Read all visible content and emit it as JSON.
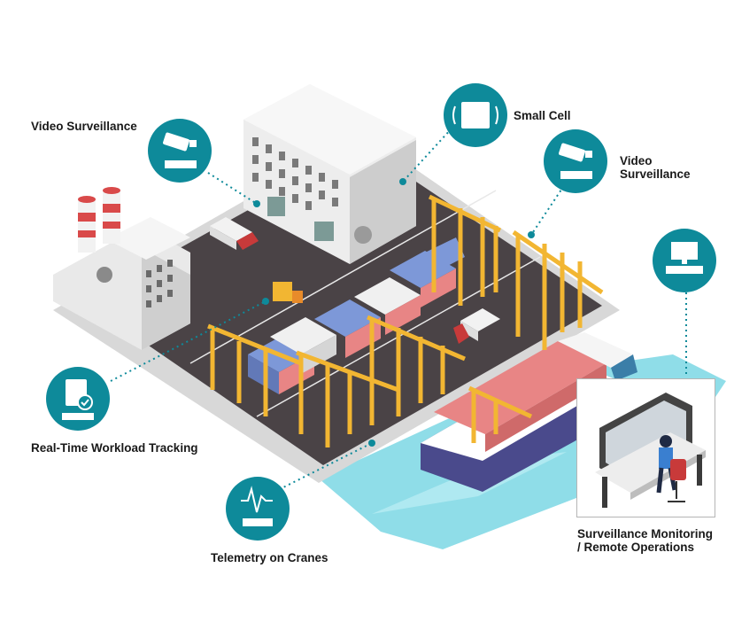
{
  "labels": {
    "video_surveillance_left": "Video Surveillance",
    "small_cell": "Small Cell",
    "video_surveillance_right_line1": "Video",
    "video_surveillance_right_line2": "Surveillance",
    "realtime_tracking": "Real-Time Workload Tracking",
    "telemetry": "Telemetry on Cranes",
    "remote_ops_line1": "Surveillance Monitoring",
    "remote_ops_line2": "/ Remote Operations"
  },
  "colors": {
    "teal": "#0e8a9a",
    "ground": "#4a4346",
    "dock": "#d9d9d9",
    "water": "#7fd6e3",
    "crane": "#f2b632",
    "container_red": "#e88585",
    "container_blue": "#7d98d8"
  },
  "icons": [
    "camera-icon",
    "small-cell-icon",
    "camera-icon",
    "computer-icon",
    "clipboard-check-icon",
    "telemetry-icon"
  ]
}
